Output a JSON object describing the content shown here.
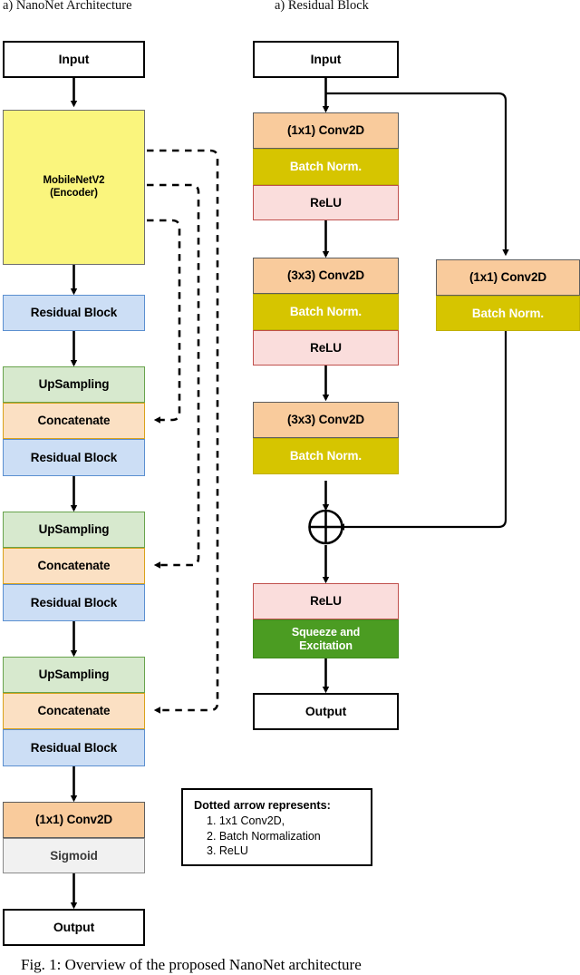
{
  "figure": {
    "caption": "Fig. 1: Overview of the proposed NanoNet architecture",
    "left_title": "a) NanoNet Architecture",
    "right_title": "a) Residual Block"
  },
  "colors": {
    "encoder": "#FAF57D",
    "residual_block": "#CCDEF5",
    "upsampling": "#D7E9CE",
    "concatenate": "#FBE0C3",
    "conv2d": "#F9CB9C",
    "batch_norm": "#D6C500",
    "relu": "#FADDDC",
    "squeeze_excitation": "#4B9C22",
    "sigmoid": "#F1F1F1",
    "io_box": "#FFFFFF"
  },
  "nanonet": {
    "input": "Input",
    "encoder_line1": "MobileNetV2",
    "encoder_line2": "(Encoder)",
    "residual_block": "Residual Block",
    "upsampling": "UpSampling",
    "concatenate": "Concatenate",
    "blocks": [
      {
        "label": "Input",
        "type": "io"
      },
      {
        "label": "MobileNetV2 (Encoder)",
        "type": "encoder"
      },
      {
        "label": "Residual Block",
        "type": "residual"
      },
      {
        "label": "UpSampling",
        "type": "upsample"
      },
      {
        "label": "Concatenate",
        "type": "concat"
      },
      {
        "label": "Residual Block",
        "type": "residual"
      },
      {
        "label": "UpSampling",
        "type": "upsample"
      },
      {
        "label": "Concatenate",
        "type": "concat"
      },
      {
        "label": "Residual Block",
        "type": "residual"
      },
      {
        "label": "UpSampling",
        "type": "upsample"
      },
      {
        "label": "Concatenate",
        "type": "concat"
      },
      {
        "label": "Residual Block",
        "type": "residual"
      },
      {
        "label": "(1x1) Conv2D",
        "type": "conv"
      },
      {
        "label": "Sigmoid",
        "type": "sigmoid"
      },
      {
        "label": "Output",
        "type": "io"
      }
    ],
    "conv1x1": "(1x1) Conv2D",
    "sigmoid": "Sigmoid",
    "output": "Output"
  },
  "residual_block": {
    "input": "Input",
    "output": "Output",
    "conv1x1": "(1x1) Conv2D",
    "conv3x3": "(3x3) Conv2D",
    "batch_norm": "Batch Norm.",
    "relu": "ReLU",
    "se_line1": "Squeeze and",
    "se_line2": "Excitation",
    "add_symbol": "+",
    "main_path": [
      {
        "label": "(1x1) Conv2D",
        "type": "conv"
      },
      {
        "label": "Batch Norm.",
        "type": "bnorm"
      },
      {
        "label": "ReLU",
        "type": "relu"
      },
      {
        "label": "(3x3) Conv2D",
        "type": "conv"
      },
      {
        "label": "Batch Norm.",
        "type": "bnorm"
      },
      {
        "label": "ReLU",
        "type": "relu"
      },
      {
        "label": "(3x3) Conv2D",
        "type": "conv"
      },
      {
        "label": "Batch Norm.",
        "type": "bnorm"
      },
      {
        "label": "Add",
        "type": "add"
      },
      {
        "label": "ReLU",
        "type": "relu"
      },
      {
        "label": "Squeeze and Excitation",
        "type": "se"
      },
      {
        "label": "Output",
        "type": "io"
      }
    ],
    "skip_path": [
      {
        "label": "(1x1) Conv2D",
        "type": "conv"
      },
      {
        "label": "Batch Norm.",
        "type": "bnorm"
      }
    ]
  },
  "legend": {
    "title": "Dotted arrow represents:",
    "items": [
      "1. 1x1 Conv2D,",
      "2. Batch Normalization",
      "3. ReLU"
    ]
  }
}
